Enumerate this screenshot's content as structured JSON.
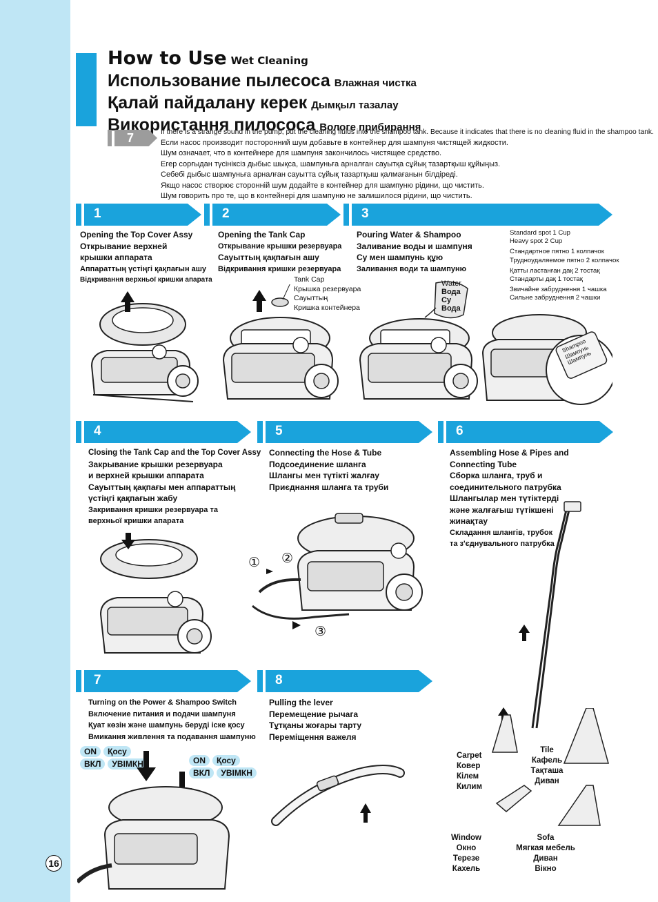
{
  "titles": [
    {
      "main": "How to Use",
      "sub": "Wet Cleaning"
    },
    {
      "main": "Использование пылесоса",
      "sub": "Влажная чистка"
    },
    {
      "main": "Қалай пайдалану керек",
      "sub": "Дымқыл тазалау"
    },
    {
      "main": "Використання пилососа",
      "sub": "Вологе прибирання"
    }
  ],
  "note": {
    "number": "7",
    "lines": [
      "If there is a strange sound in the pump, put the cleaning fluids into the shampoo tank. Because it indicates that there is no cleaning fluid in the shampoo tank.",
      "Если насос производит посторонний шум добавьте в контейнер для шампуня чистящей жидкости.",
      "Шум означает, что в контейнере для шампуня закончилось чистящее средство.",
      "Егер сорғыдан түсініксіз дыбыс шықса, шампуньға арналған сауытқа сұйық тазартқыш құйыңыз.",
      "Себебі дыбыс шампуньға арналған сауытта сұйық тазартқыш қалмағанын білдіреді.",
      "Якщо насос створює сторонній шум додайте в контейнер для шампуню рідини, що чистить.",
      "Шум говорить про те, що в контейнері для шампуню не залишилося рідини, що чистить."
    ]
  },
  "steps": {
    "s1": {
      "num": "1",
      "lines": [
        "Opening the Top Cover Assy",
        "Открывание верхней",
        "крышки аппарата",
        "Аппараттың үстіңгі қақпағын ашу",
        "Відкривання верхньої кришки апарата"
      ]
    },
    "s2": {
      "num": "2",
      "lines": [
        "Opening the Tank Cap",
        "Открывание крышки резервуара",
        "Сауыттың қақпағын ашу",
        "Відкривання кришки резервуара"
      ],
      "callout": [
        "Tank Cap",
        "Крышка резервуара",
        "Сауыттың",
        "Кришка контейнера"
      ]
    },
    "s3": {
      "num": "3",
      "lines": [
        "Pouring Water & Shampoo",
        "Заливание воды и шампуня",
        "Су мен шампунь құю",
        "Заливання води та шампуню"
      ],
      "water": [
        "Water",
        "Вода",
        "Су",
        "Вода"
      ],
      "spots": [
        "Standard spot 1 Cup",
        "Heavy spot 2 Cup",
        "Стандартное пятно 1 колпачок",
        "Трудноудаляемое пятно 2 колпачок",
        "Қатты ластанған дақ 2 тостақ",
        "Стандарты дақ 1 тостақ",
        "Звичайне забруднення 1 чашка",
        "Сильне забруднення 2 чашки"
      ],
      "shampoo": [
        "Shampoo",
        "Шампунь",
        "Шампунь"
      ]
    },
    "s4": {
      "num": "4",
      "lines": [
        "Closing the Tank Cap and the Top Cover Assy",
        "Закрывание крышки резервуара",
        "и верхней крышки аппарата",
        "Сауыттың қақпағы мен аппараттың",
        "үстіңгі қақпағын жабу",
        "Закривання кришки резервуара та",
        "верхньої кришки апарата"
      ]
    },
    "s5": {
      "num": "5",
      "lines": [
        "Connecting the Hose & Tube",
        "Подсоединение шланга",
        "Шлангы мен түтікті жалғау",
        "Приєднання шланга та труби"
      ],
      "markers": [
        "①",
        "②",
        "③"
      ]
    },
    "s6": {
      "num": "6",
      "lines": [
        "Assembling Hose & Pipes and",
        "Connecting Tube",
        "Сборка шланга, труб и",
        "соединительного патрубка",
        "Шлангылар мен түтіктерді",
        "және жалғағыш түтікшені",
        "жинақтау",
        "Складання шлангів, трубок",
        "та з'єднувального патрубка"
      ]
    },
    "s7": {
      "num": "7",
      "lines": [
        "Turning on the Power & Shampoo Switch",
        "Включение питания и подачи шампуня",
        "Қуат көзін және шампунь беруді іске қосу",
        "Вмикання живлення та подавання шампуню"
      ],
      "switch": [
        "ON",
        "Қосу",
        "ВКЛ",
        "УВІМКН"
      ]
    },
    "s8": {
      "num": "8",
      "lines": [
        "Pulling the lever",
        "Перемещение рычага",
        "Тұтқаны жоғары тарту",
        "Переміщення важеля"
      ]
    }
  },
  "accessories": {
    "carpet": [
      "Carpet",
      "Ковер",
      "Кілем",
      "Килим"
    ],
    "tile": [
      "Tile",
      "Кафель",
      "Тақташа",
      "Диван"
    ],
    "window": [
      "Window",
      "Окно",
      "Терезе",
      "Кахель"
    ],
    "sofa": [
      "Sofa",
      "Мягкая мебель",
      "Диван",
      "Вікно"
    ]
  },
  "page_number": "16",
  "colors": {
    "accent": "#1aa3dc",
    "sidebar": "#bfe6f5",
    "note_tab": "#9c9c9c"
  }
}
